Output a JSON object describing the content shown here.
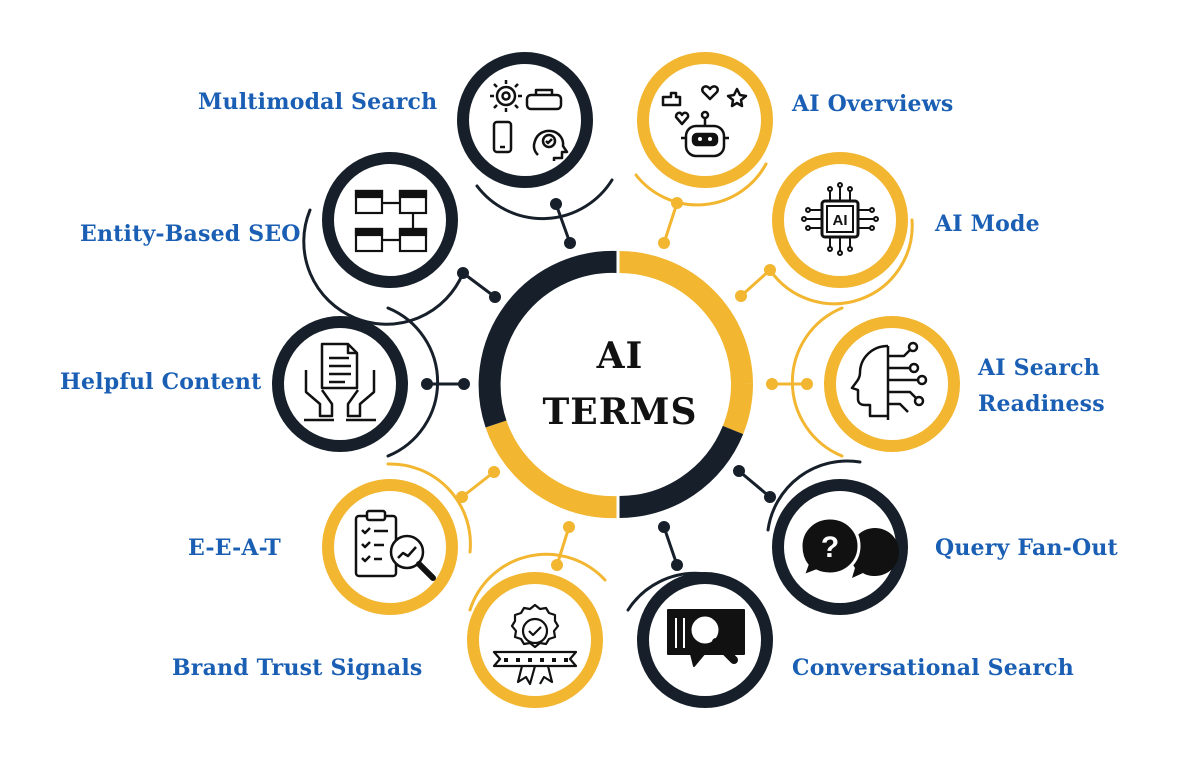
{
  "title_lines": [
    "AI",
    "TERMS"
  ],
  "colors": {
    "dark": "#17202a",
    "yellow": "#f2b631",
    "label": "#1a5fb4"
  },
  "terms": [
    {
      "label": "Multimodal Search",
      "ring": "dark",
      "icon": "multimodal-icon"
    },
    {
      "label": "AI Overviews",
      "ring": "yellow",
      "icon": "ai-robot-icon"
    },
    {
      "label": "Entity-Based SEO",
      "ring": "dark",
      "icon": "entity-diagram-icon"
    },
    {
      "label": "AI Mode",
      "ring": "yellow",
      "icon": "ai-chip-icon"
    },
    {
      "label": "Helpful Content",
      "ring": "dark",
      "icon": "document-hands-icon"
    },
    {
      "label": "AI Search Readiness",
      "ring": "yellow",
      "icon": "ai-head-circuit-icon"
    },
    {
      "label": "E-E-A-T",
      "ring": "yellow",
      "icon": "clipboard-analytics-icon"
    },
    {
      "label": "Query Fan-Out",
      "ring": "dark",
      "icon": "question-bubbles-icon"
    },
    {
      "label": "Brand Trust Signals",
      "ring": "yellow",
      "icon": "badge-stars-icon"
    },
    {
      "label": "Conversational Search",
      "ring": "dark",
      "icon": "search-chat-icon"
    }
  ]
}
